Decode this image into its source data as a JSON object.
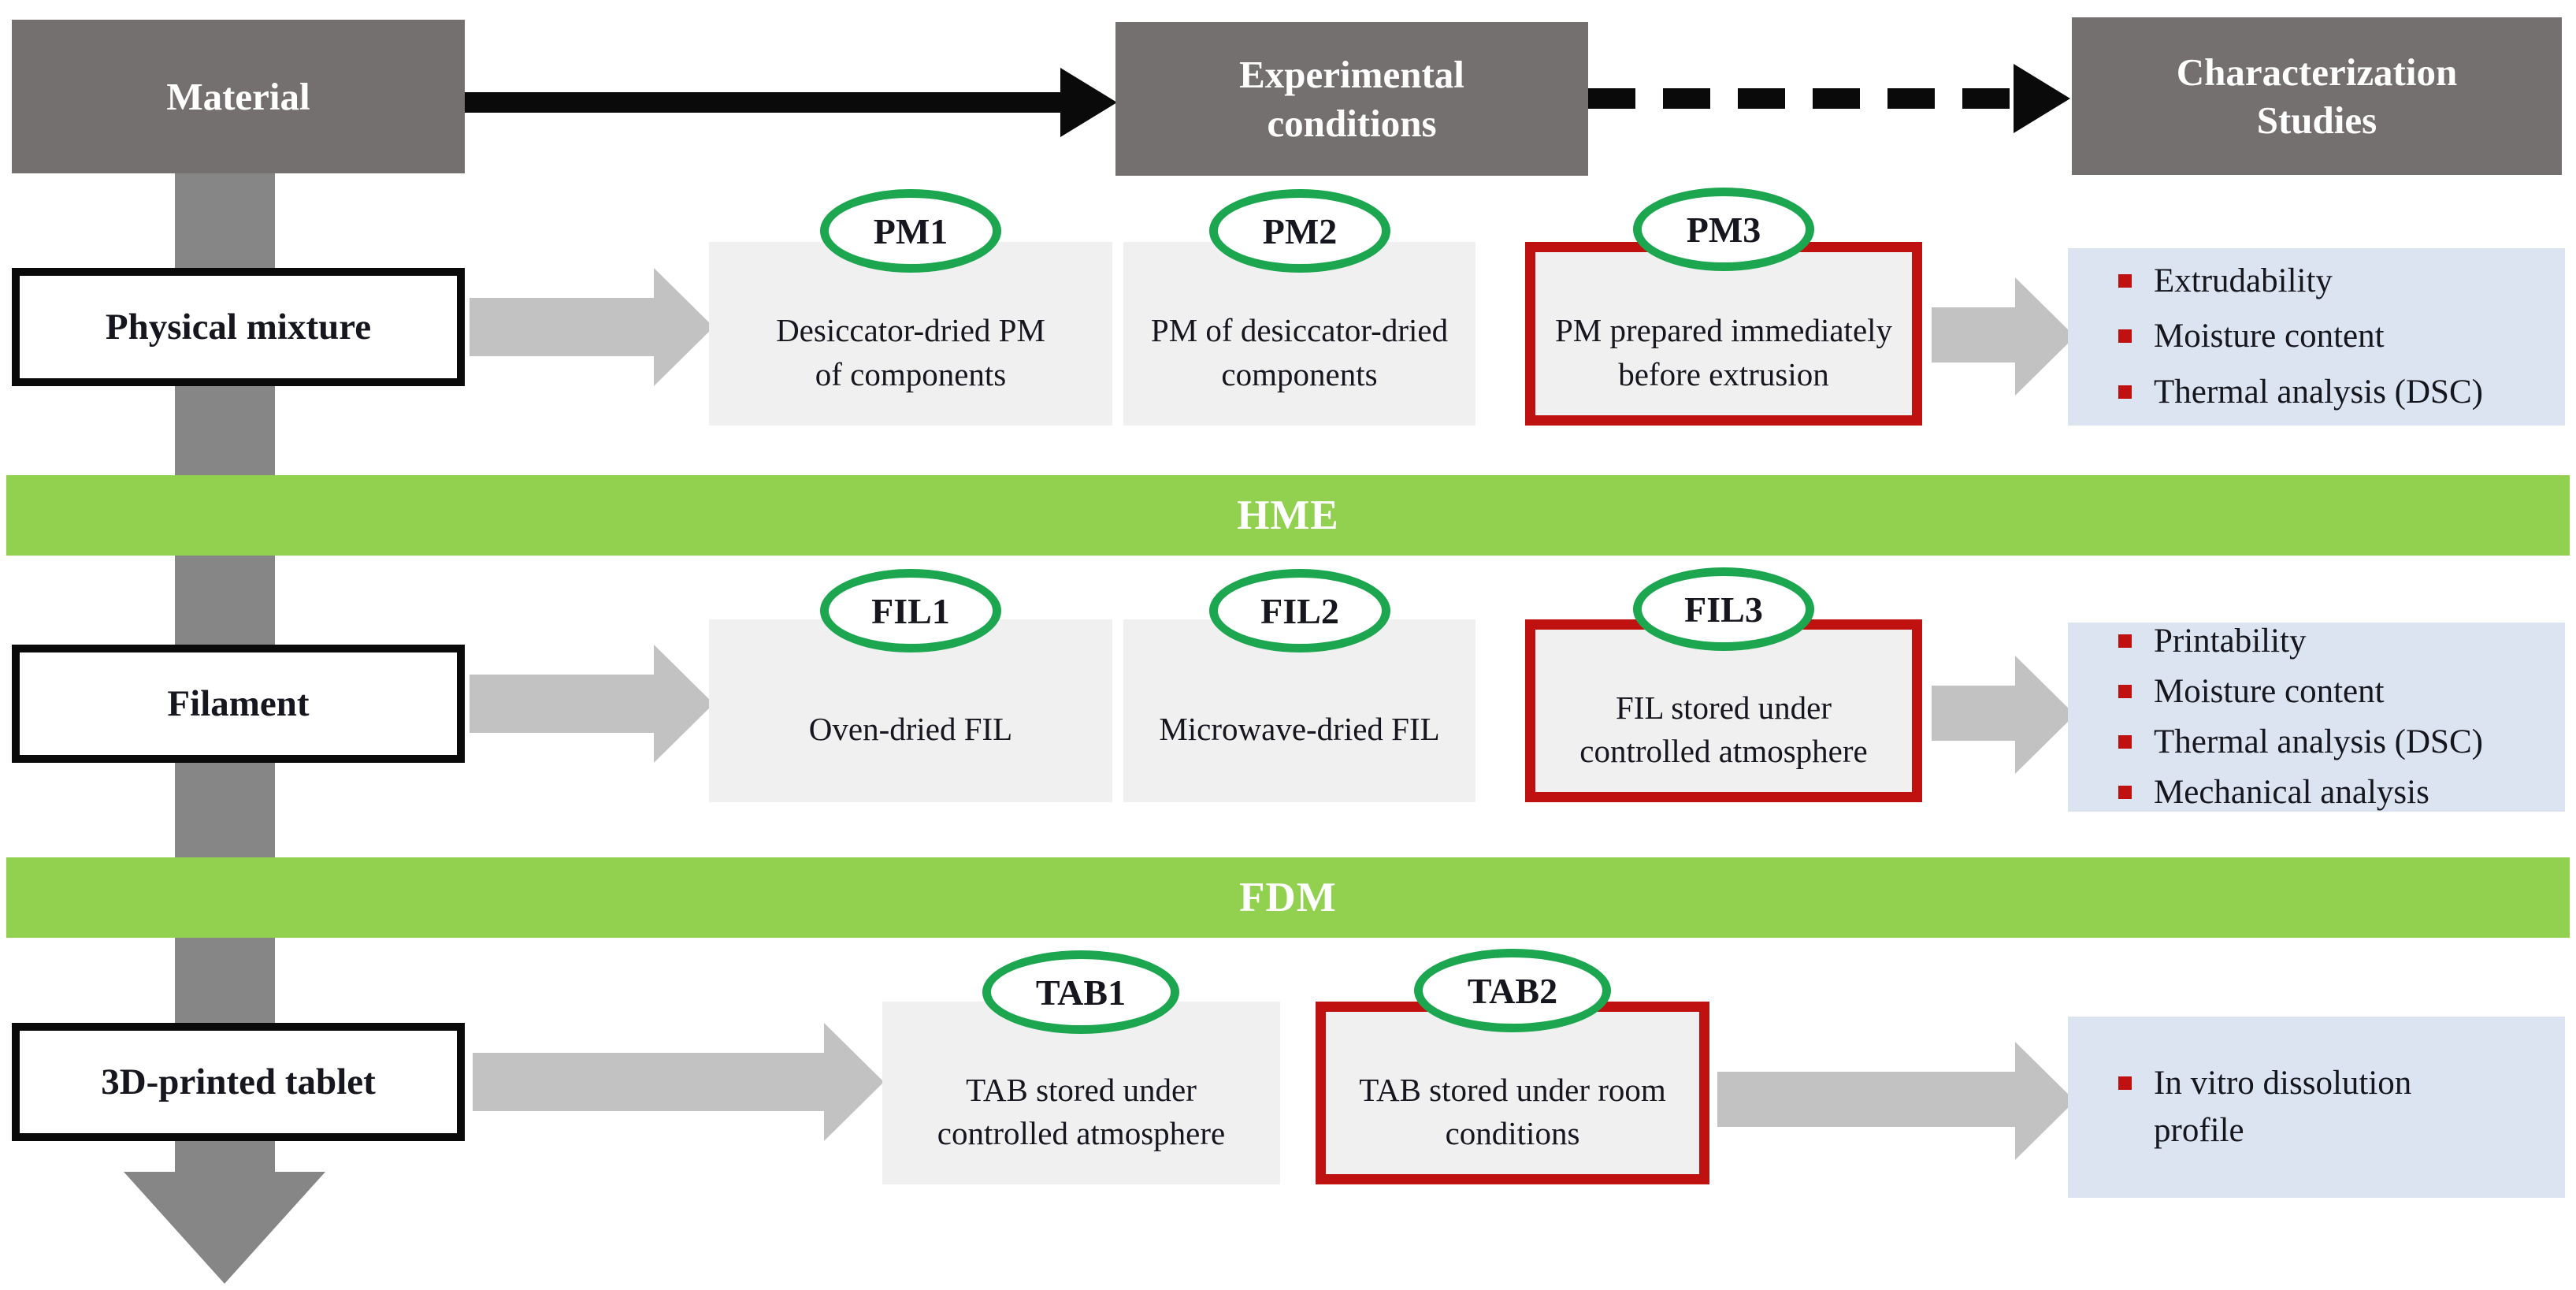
{
  "colors": {
    "header-bg": "#757070",
    "band-green": "#92d050",
    "oval-green": "#1ca64f",
    "highlight-red": "#c01111",
    "blue-bg": "#dbe4f0",
    "gray-box": "#f0f0f0",
    "arrow-gray": "#c2c2c2",
    "trunk-gray": "#868686",
    "ink": "#16161e",
    "black": "#0a0a0a"
  },
  "headers": {
    "material": "Material",
    "experimental": "Experimental conditions",
    "characterization": "Characterization Studies"
  },
  "bands": {
    "hme": "HME",
    "fdm": "FDM"
  },
  "rows": [
    {
      "material": "Physical mixture",
      "conditions": [
        {
          "id": "PM1",
          "text": "Desiccator-dried PM of components",
          "highlight": false
        },
        {
          "id": "PM2",
          "text": "PM of desiccator-dried components",
          "highlight": false
        },
        {
          "id": "PM3",
          "text": "PM prepared immediately before extrusion",
          "highlight": true
        }
      ],
      "studies": [
        "Extrudability",
        "Moisture content",
        "Thermal analysis (DSC)"
      ]
    },
    {
      "material": "Filament",
      "conditions": [
        {
          "id": "FIL1",
          "text": "Oven-dried FIL",
          "highlight": false
        },
        {
          "id": "FIL2",
          "text": "Microwave-dried FIL",
          "highlight": false
        },
        {
          "id": "FIL3",
          "text": "FIL stored under controlled atmosphere",
          "highlight": true
        }
      ],
      "studies": [
        "Printability",
        "Moisture content",
        "Thermal analysis (DSC)",
        "Mechanical analysis"
      ]
    },
    {
      "material": "3D-printed tablet",
      "conditions": [
        {
          "id": "TAB1",
          "text": "TAB stored under controlled atmosphere",
          "highlight": false
        },
        {
          "id": "TAB2",
          "text": "TAB stored under room conditions",
          "highlight": true
        }
      ],
      "studies": [
        "In vitro dissolution profile"
      ]
    }
  ]
}
